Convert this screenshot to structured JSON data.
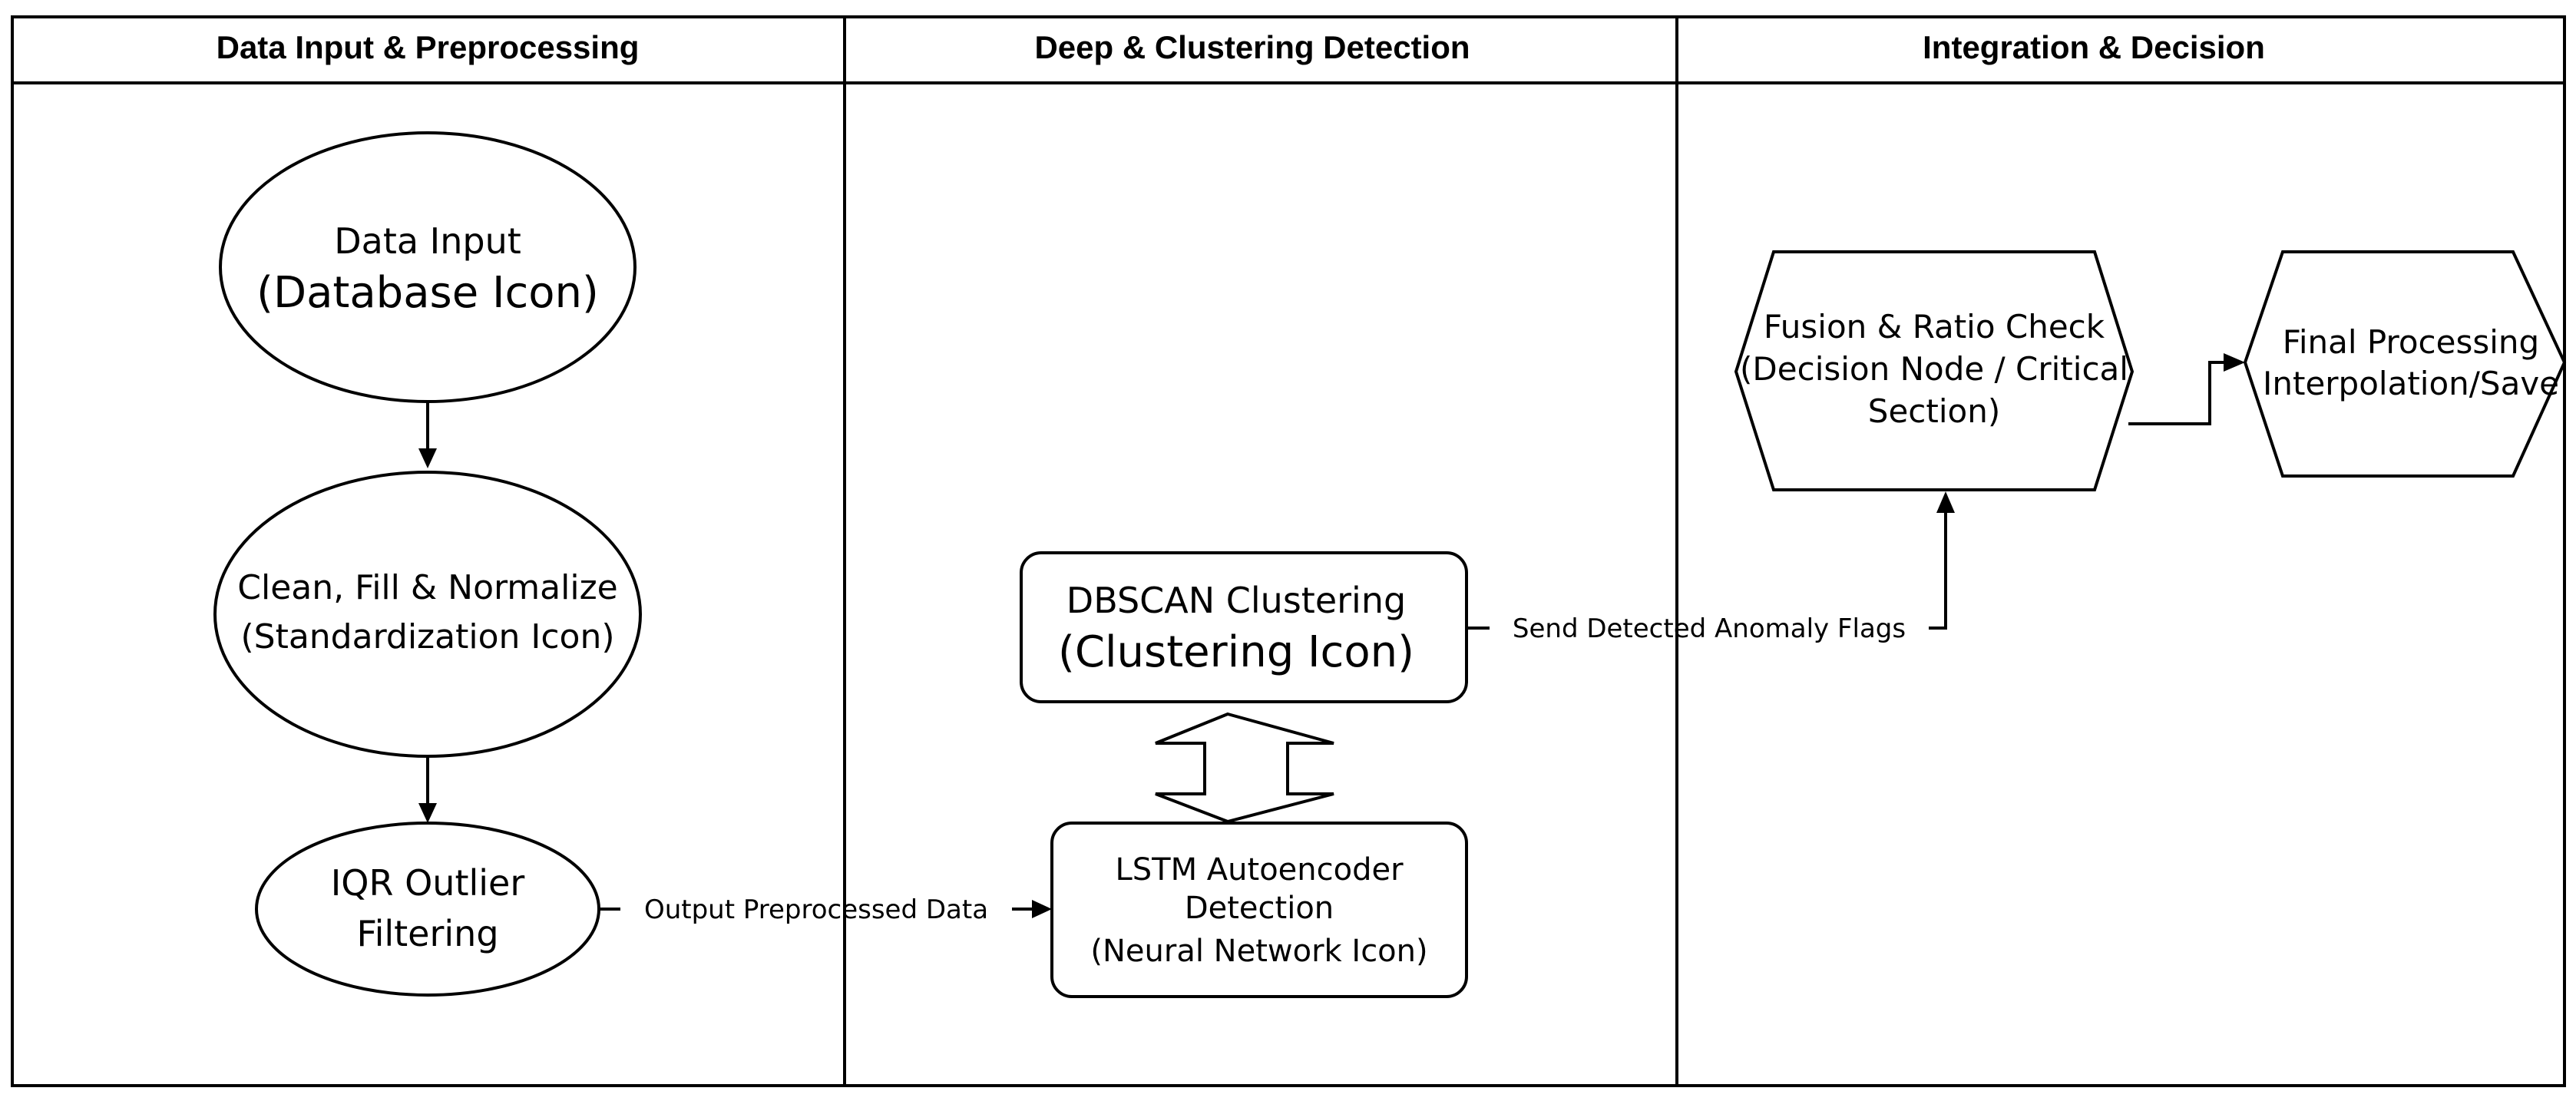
{
  "lanes": [
    {
      "title": "Data Input & Preprocessing"
    },
    {
      "title": "Deep & Clustering Detection"
    },
    {
      "title": "Integration & Decision"
    }
  ],
  "nodes": {
    "data_input": {
      "line1": "Data Input",
      "line2": "(Database Icon)"
    },
    "clean": {
      "line1": "Clean, Fill & Normalize",
      "line2": "(Standardization Icon)"
    },
    "iqr": {
      "line1": "IQR Outlier",
      "line2": "Filtering"
    },
    "dbscan": {
      "line1": "DBSCAN Clustering",
      "line2": "(Clustering Icon)"
    },
    "lstm": {
      "line1": "LSTM Autoencoder",
      "line2": "Detection",
      "line3": "(Neural Network Icon)"
    },
    "fusion": {
      "line1": "Fusion & Ratio Check",
      "line2": "(Decision Node / Critical",
      "line3": "Section)"
    },
    "final": {
      "line1": "Final Processing",
      "line2": "Interpolation/Save"
    }
  },
  "edges": {
    "output_preprocessed": "Output Preprocessed Data",
    "send_flags": "Send Detected Anomaly Flags"
  }
}
